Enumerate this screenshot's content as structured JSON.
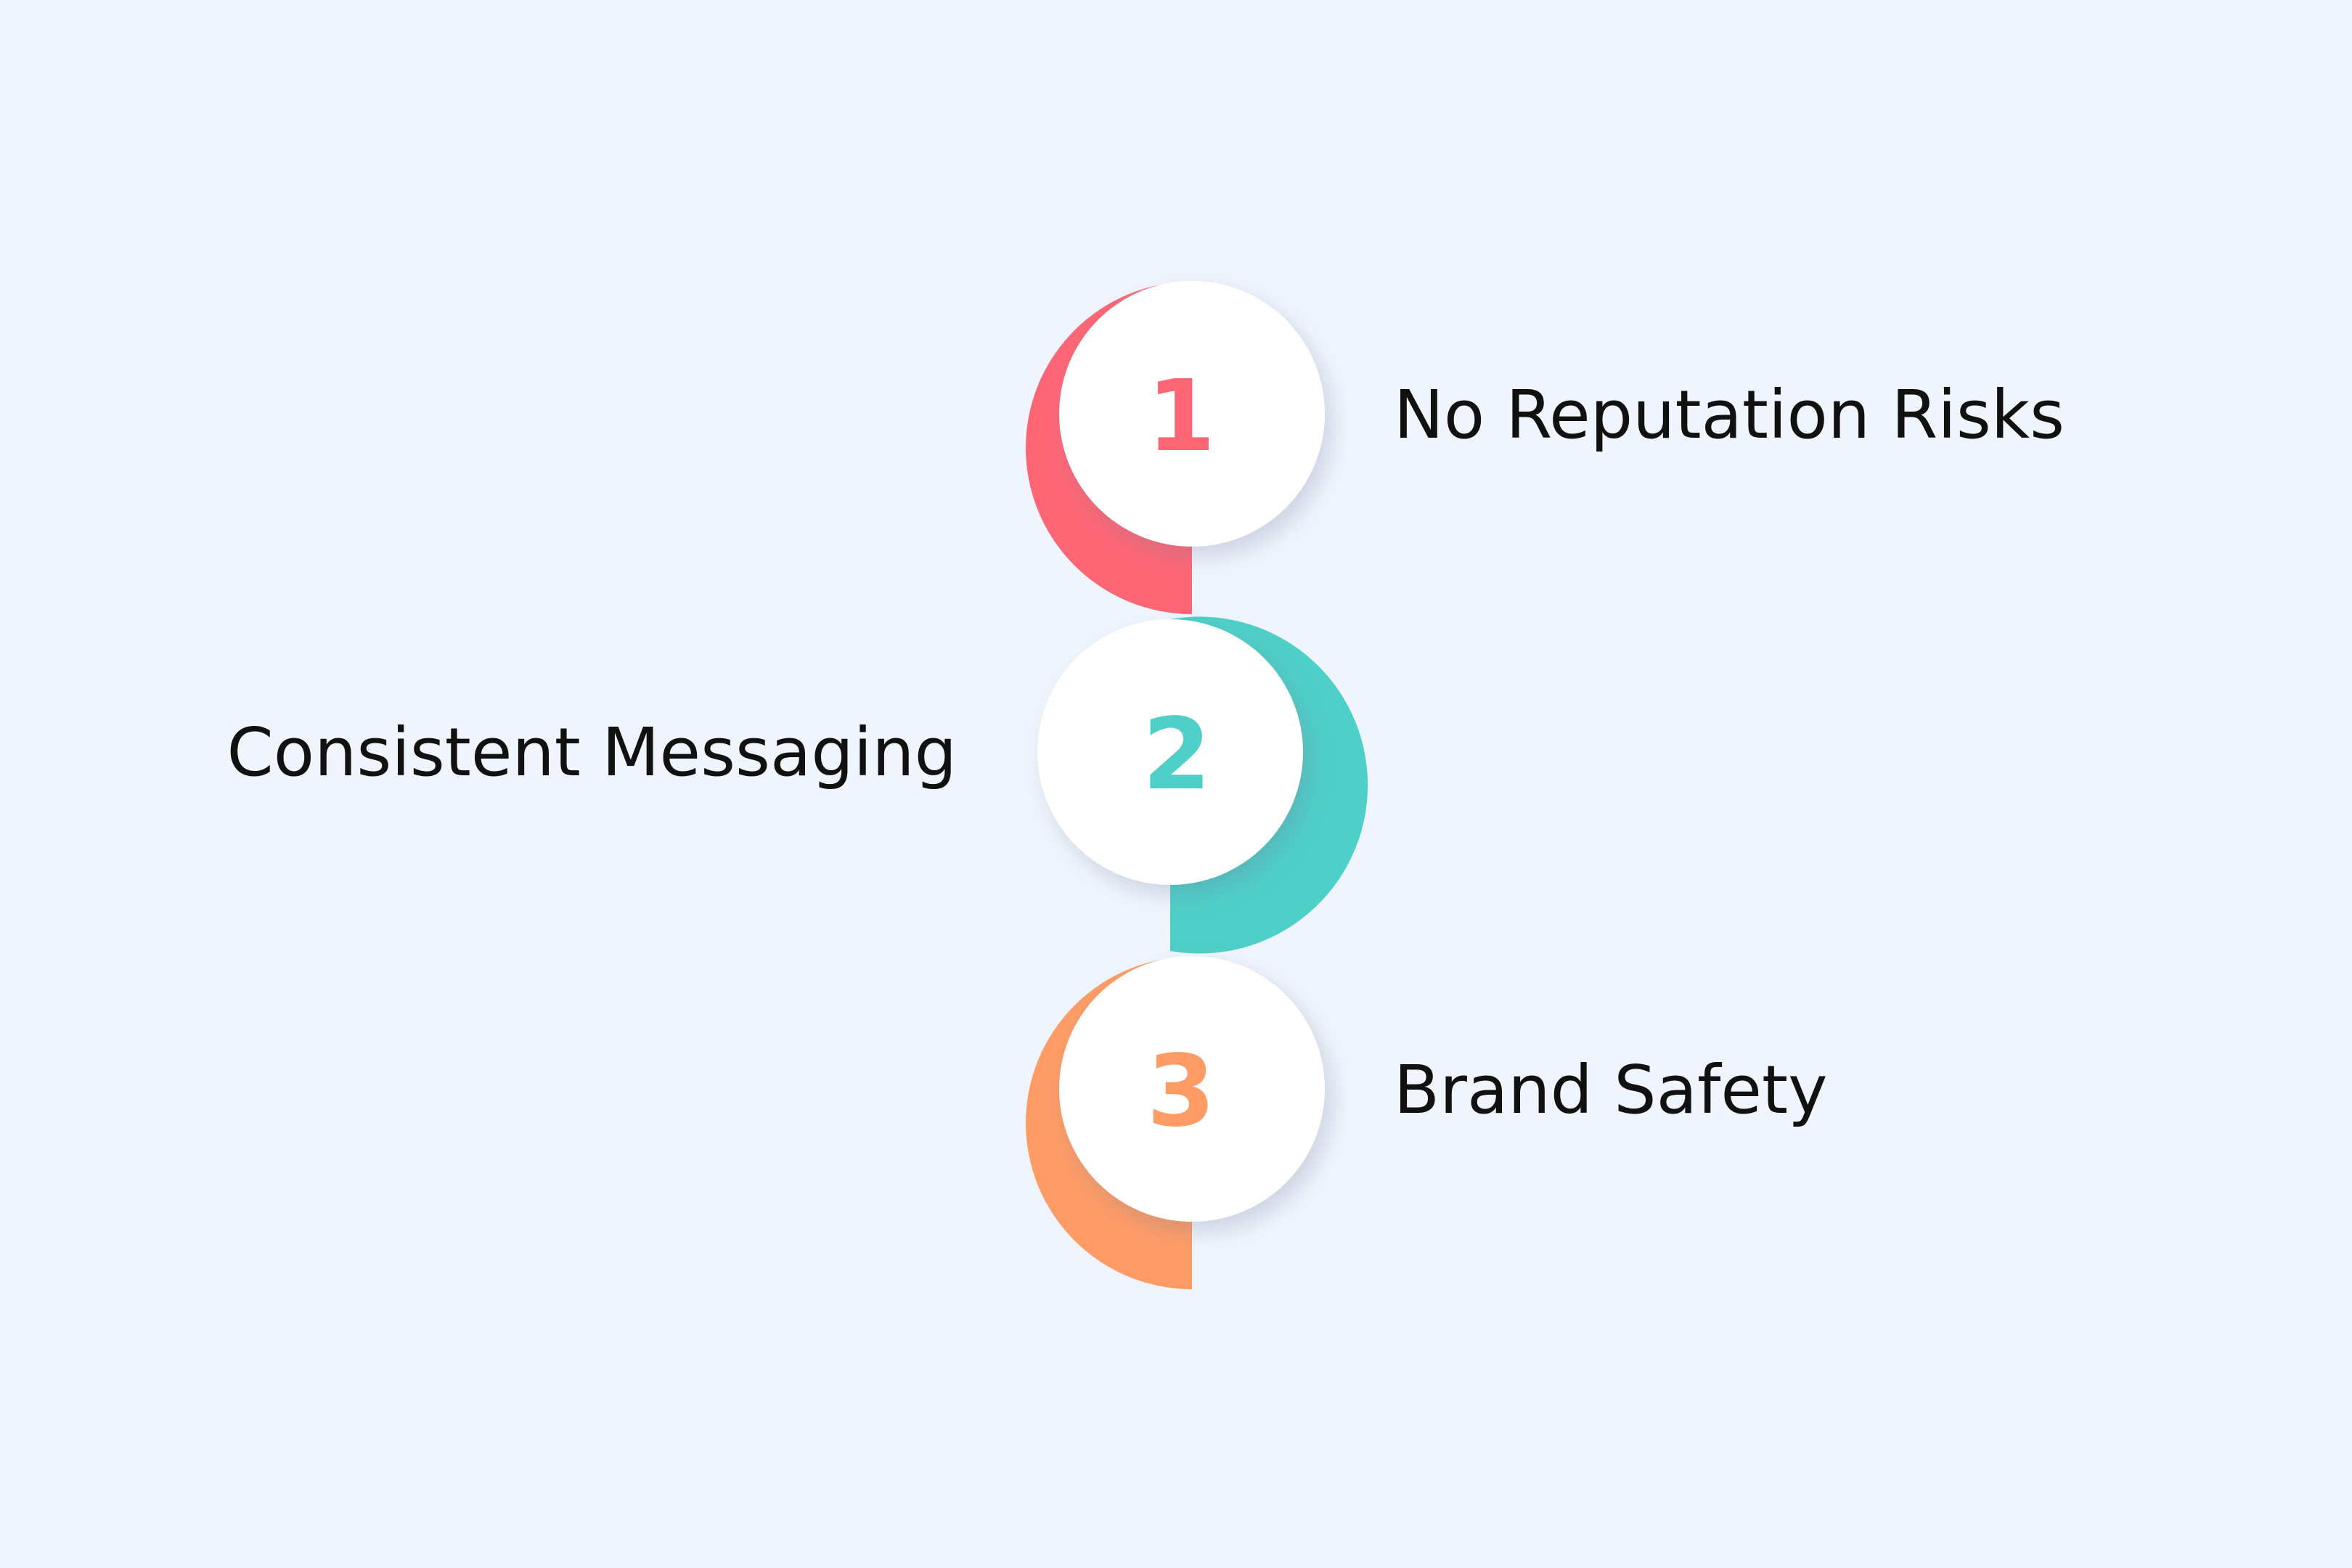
{
  "steps": [
    {
      "number": "1",
      "label": "No Reputation Risks",
      "color": "#FF6675",
      "side": "right"
    },
    {
      "number": "2",
      "label": "Consistent Messaging",
      "color": "#4ECFC7",
      "side": "left"
    },
    {
      "number": "3",
      "label": "Brand Safety",
      "color": "#FF9C66",
      "side": "right"
    }
  ],
  "colors": {
    "background": "#F0F5FD",
    "circle": "#FFFFFF",
    "text": "#111111"
  }
}
